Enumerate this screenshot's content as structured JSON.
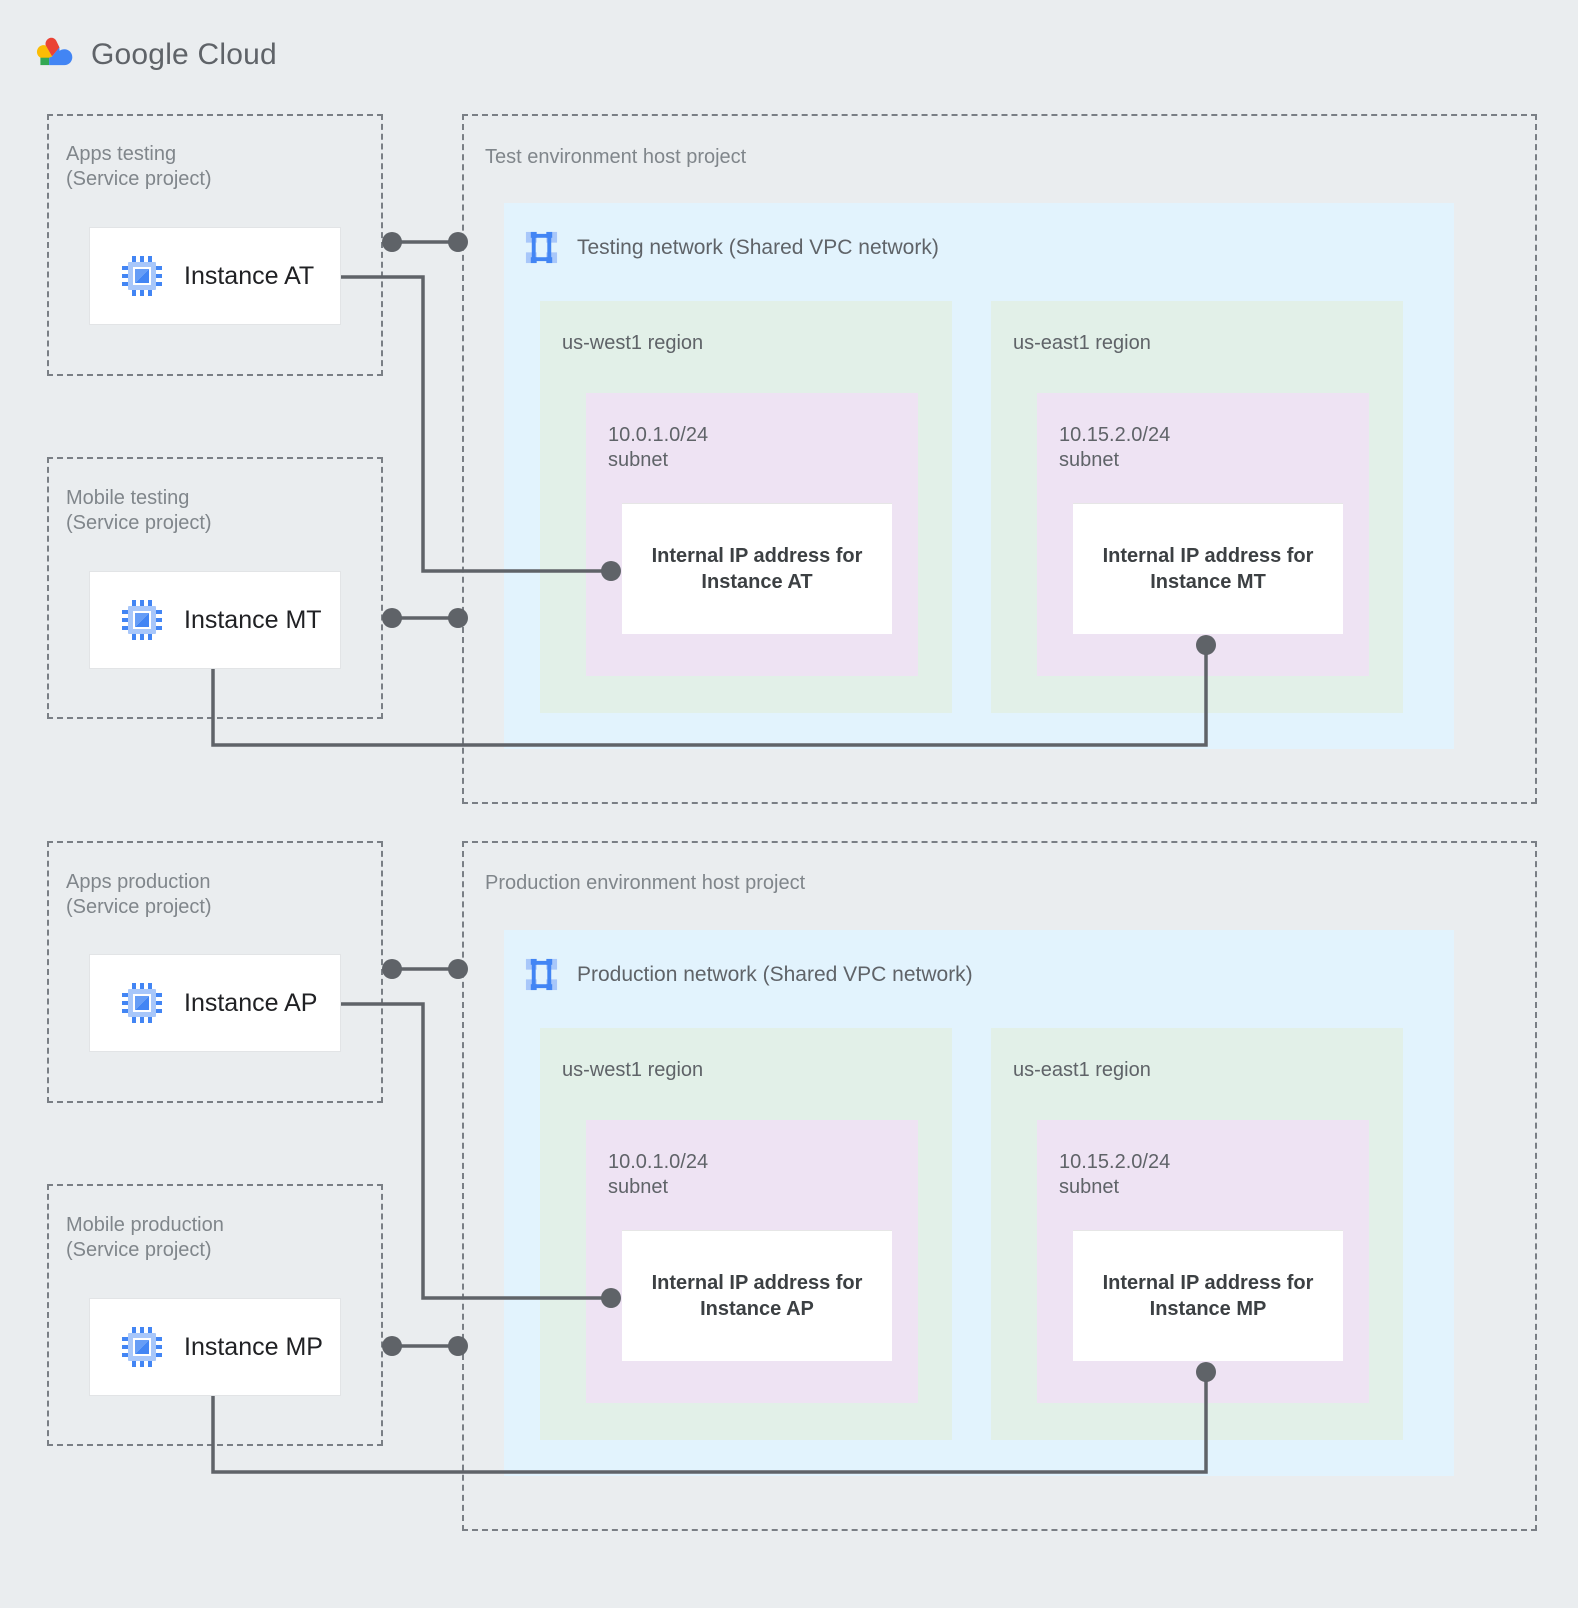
{
  "brand": {
    "name_bold": "Google",
    "name_light": " Cloud",
    "logo_colors": {
      "red": "#EA4335",
      "yellow": "#FBBC04",
      "green": "#34A853",
      "blue": "#4285F4"
    }
  },
  "colors": {
    "page_background": "#eaedef",
    "dashed_border": "#7a7f85",
    "vpc_panel": "#e2f3fd",
    "region_panel": "#e2f0e8",
    "subnet_panel": "#eee3f3",
    "ip_box": "#ffffff",
    "connector": "#5f6368",
    "label_text": "#80868b",
    "title_text": "#5f6368",
    "instance_text": "#202124",
    "icon_blue": "#4285F4"
  },
  "service_projects": [
    {
      "id": "apps-testing",
      "label": "Apps testing\n(Service project)",
      "instance": {
        "name": "Instance AT",
        "icon": "compute-instance-icon"
      }
    },
    {
      "id": "mobile-testing",
      "label": "Mobile testing\n(Service project)",
      "instance": {
        "name": "Instance MT",
        "icon": "compute-instance-icon"
      }
    },
    {
      "id": "apps-production",
      "label": "Apps production\n(Service project)",
      "instance": {
        "name": "Instance AP",
        "icon": "compute-instance-icon"
      }
    },
    {
      "id": "mobile-production",
      "label": "Mobile production\n(Service project)",
      "instance": {
        "name": "Instance MP",
        "icon": "compute-instance-icon"
      }
    }
  ],
  "host_projects": [
    {
      "id": "test-environment",
      "label": "Test environment host project",
      "network": {
        "title": "Testing network (Shared VPC network)",
        "icon": "vpc-network-icon",
        "regions": [
          {
            "id": "test-us-west1",
            "label": "us-west1 region",
            "subnet": {
              "label": "10.0.1.0/24\nsubnet",
              "cidr": "10.0.1.0/24",
              "ip_box": "Internal IP address for\nInstance AT"
            }
          },
          {
            "id": "test-us-east1",
            "label": "us-east1 region",
            "subnet": {
              "label": "10.15.2.0/24\nsubnet",
              "cidr": "10.15.2.0/24",
              "ip_box": "Internal IP address for\nInstance MT"
            }
          }
        ]
      }
    },
    {
      "id": "production-environment",
      "label": "Production environment host project",
      "network": {
        "title": "Production network (Shared VPC network)",
        "icon": "vpc-network-icon",
        "regions": [
          {
            "id": "prod-us-west1",
            "label": "us-west1 region",
            "subnet": {
              "label": "10.0.1.0/24\nsubnet",
              "cidr": "10.0.1.0/24",
              "ip_box": "Internal IP address for\nInstance AP"
            }
          },
          {
            "id": "prod-us-east1",
            "label": "us-east1 region",
            "subnet": {
              "label": "10.15.2.0/24\nsubnet",
              "cidr": "10.15.2.0/24",
              "ip_box": "Internal IP address for\nInstance MP"
            }
          }
        ]
      }
    }
  ],
  "connections": [
    {
      "id": "at-to-host",
      "from": "Instance AT",
      "to": "Test environment host project"
    },
    {
      "id": "at-to-ip",
      "from": "Instance AT",
      "to": "Internal IP address for Instance AT"
    },
    {
      "id": "mt-to-host",
      "from": "Instance MT",
      "to": "Test environment host project"
    },
    {
      "id": "mt-to-ip",
      "from": "Instance MT",
      "to": "Internal IP address for Instance MT"
    },
    {
      "id": "ap-to-host",
      "from": "Instance AP",
      "to": "Production environment host project"
    },
    {
      "id": "ap-to-ip",
      "from": "Instance AP",
      "to": "Internal IP address for Instance AP"
    },
    {
      "id": "mp-to-host",
      "from": "Instance MP",
      "to": "Production environment host project"
    },
    {
      "id": "mp-to-ip",
      "from": "Instance MP",
      "to": "Internal IP address for Instance MP"
    }
  ]
}
